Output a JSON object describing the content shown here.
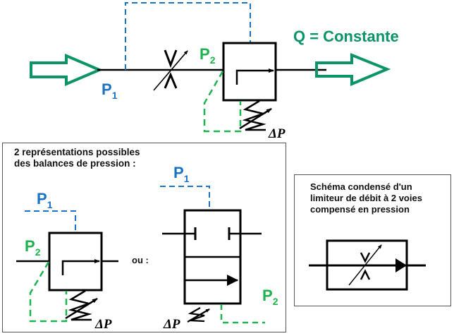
{
  "colors": {
    "arrow_green": "#0b9468",
    "p1_blue": "#1a73c4",
    "p2_green": "#1db34e",
    "line": "#000000",
    "frame": "#555555"
  },
  "top_diagram": {
    "p1_label": "P",
    "p1_sub": "1",
    "p2_label": "P",
    "p2_sub": "2",
    "flow_label": "Q = Constante",
    "dp_label": "ΔP"
  },
  "left_panel": {
    "title_line1": "2 représentations possibles",
    "title_line2": "des balances de pression :",
    "separator_text": "ou :",
    "rep1": {
      "p1_label": "P",
      "p1_sub": "1",
      "p2_label": "P",
      "p2_sub": "2",
      "dp_label": "ΔP"
    },
    "rep2": {
      "p1_label": "P",
      "p1_sub": "1",
      "p2_label": "P",
      "p2_sub": "2",
      "dp_label": "ΔP"
    }
  },
  "right_panel": {
    "title_line1": "Schéma condensé d'un",
    "title_line2": "limiteur de débit à 2 voies",
    "title_line3": "compensé en pression"
  }
}
